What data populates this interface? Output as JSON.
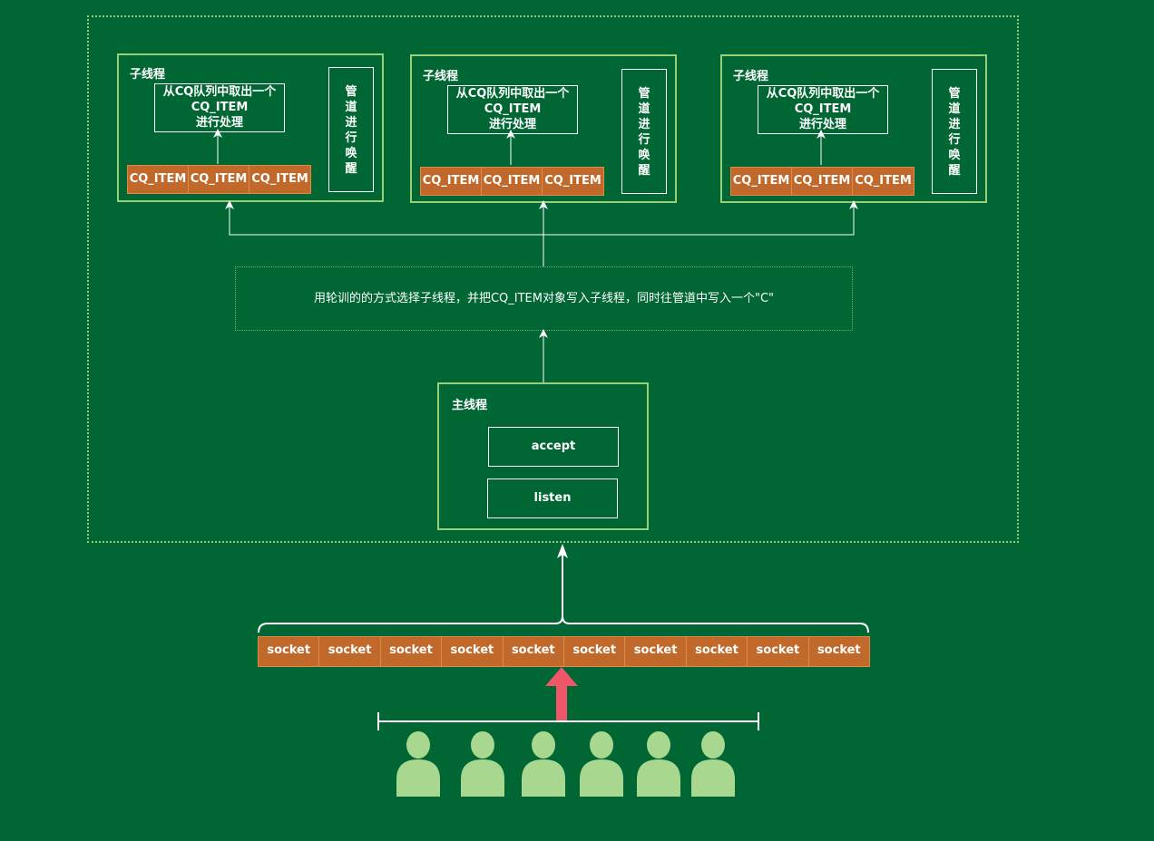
{
  "child_thread": {
    "label": "子线程",
    "take_line1": "从CQ队列中取出一个",
    "take_line2": "CQ_ITEM",
    "take_line3": "进行处理",
    "pipe_chars": [
      "管",
      "道",
      "进",
      "行",
      "唤",
      "醒"
    ],
    "item_label": "CQ_ITEM"
  },
  "dispatch": {
    "text": "用轮训的的方式选择子线程，并把CQ_ITEM对象写入子线程，同时往管道中写入一个\"C\""
  },
  "main_thread": {
    "label": "主线程",
    "accept_label": "accept",
    "listen_label": "listen"
  },
  "sockets": {
    "label": "socket",
    "count": 10
  },
  "users": {
    "count": 6
  },
  "colors": {
    "background": "#006633",
    "border_green": "#97d077",
    "item_orange": "#c0692a",
    "user_green": "#a8d890",
    "arrow_red": "#f0566a"
  }
}
